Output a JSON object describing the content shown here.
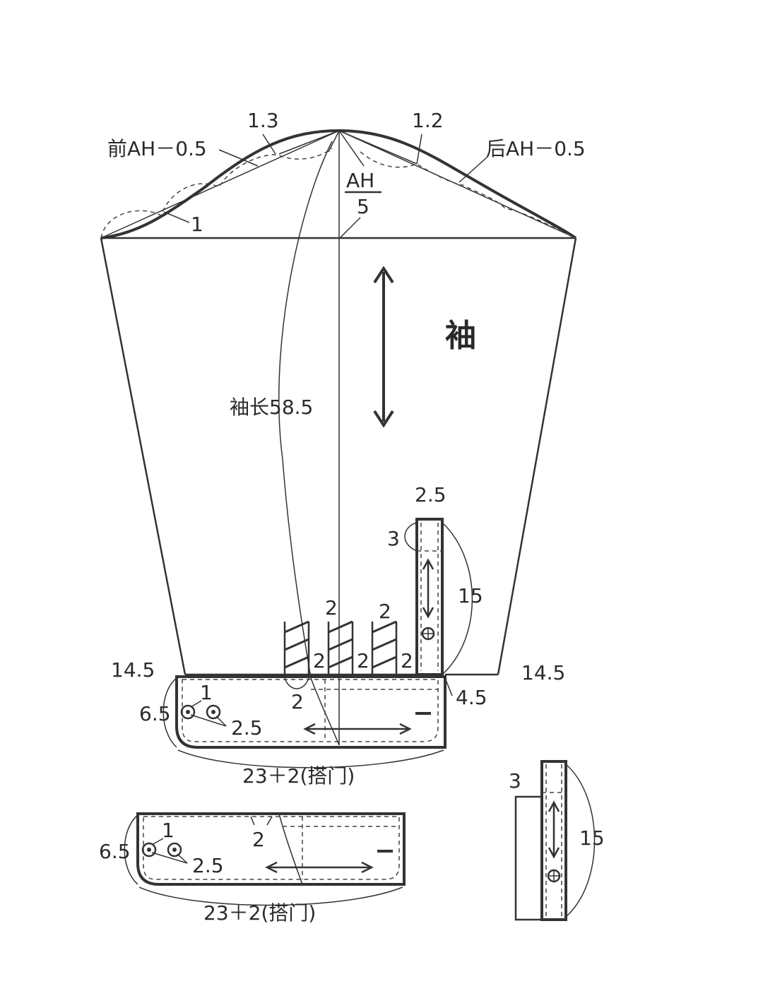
{
  "sleeve": {
    "name_label": "袖",
    "length_label": "袖长58.5",
    "front_armhole_label": "前AH－0.5",
    "back_armhole_label": "后AH－0.5",
    "ah_numerator": "AH",
    "ah_denominator": "5",
    "front_curve_mark": "1.3",
    "back_curve_mark": "1.2",
    "front_lower_mark": "1",
    "hem_left": "14.5",
    "hem_right": "14.5"
  },
  "pleats": {
    "gap_top": [
      "2",
      "2"
    ],
    "gap_side": [
      "2",
      "2",
      "2"
    ],
    "gap_bottom": "2"
  },
  "tab": {
    "width": "2.5",
    "top_offset": "3",
    "length": "15",
    "bottom_offset": "4.5"
  },
  "cuff_upper": {
    "height": "6.5",
    "button_offset": "1",
    "button_spacing": "2.5",
    "width_label": "23＋2(搭门)"
  },
  "cuff_lower": {
    "height": "6.5",
    "button_offset": "1",
    "button_spacing": "2.5",
    "pleat_mark": "2",
    "width_label": "23＋2(搭门)"
  },
  "tab_separate": {
    "top_offset": "3",
    "length": "15"
  }
}
